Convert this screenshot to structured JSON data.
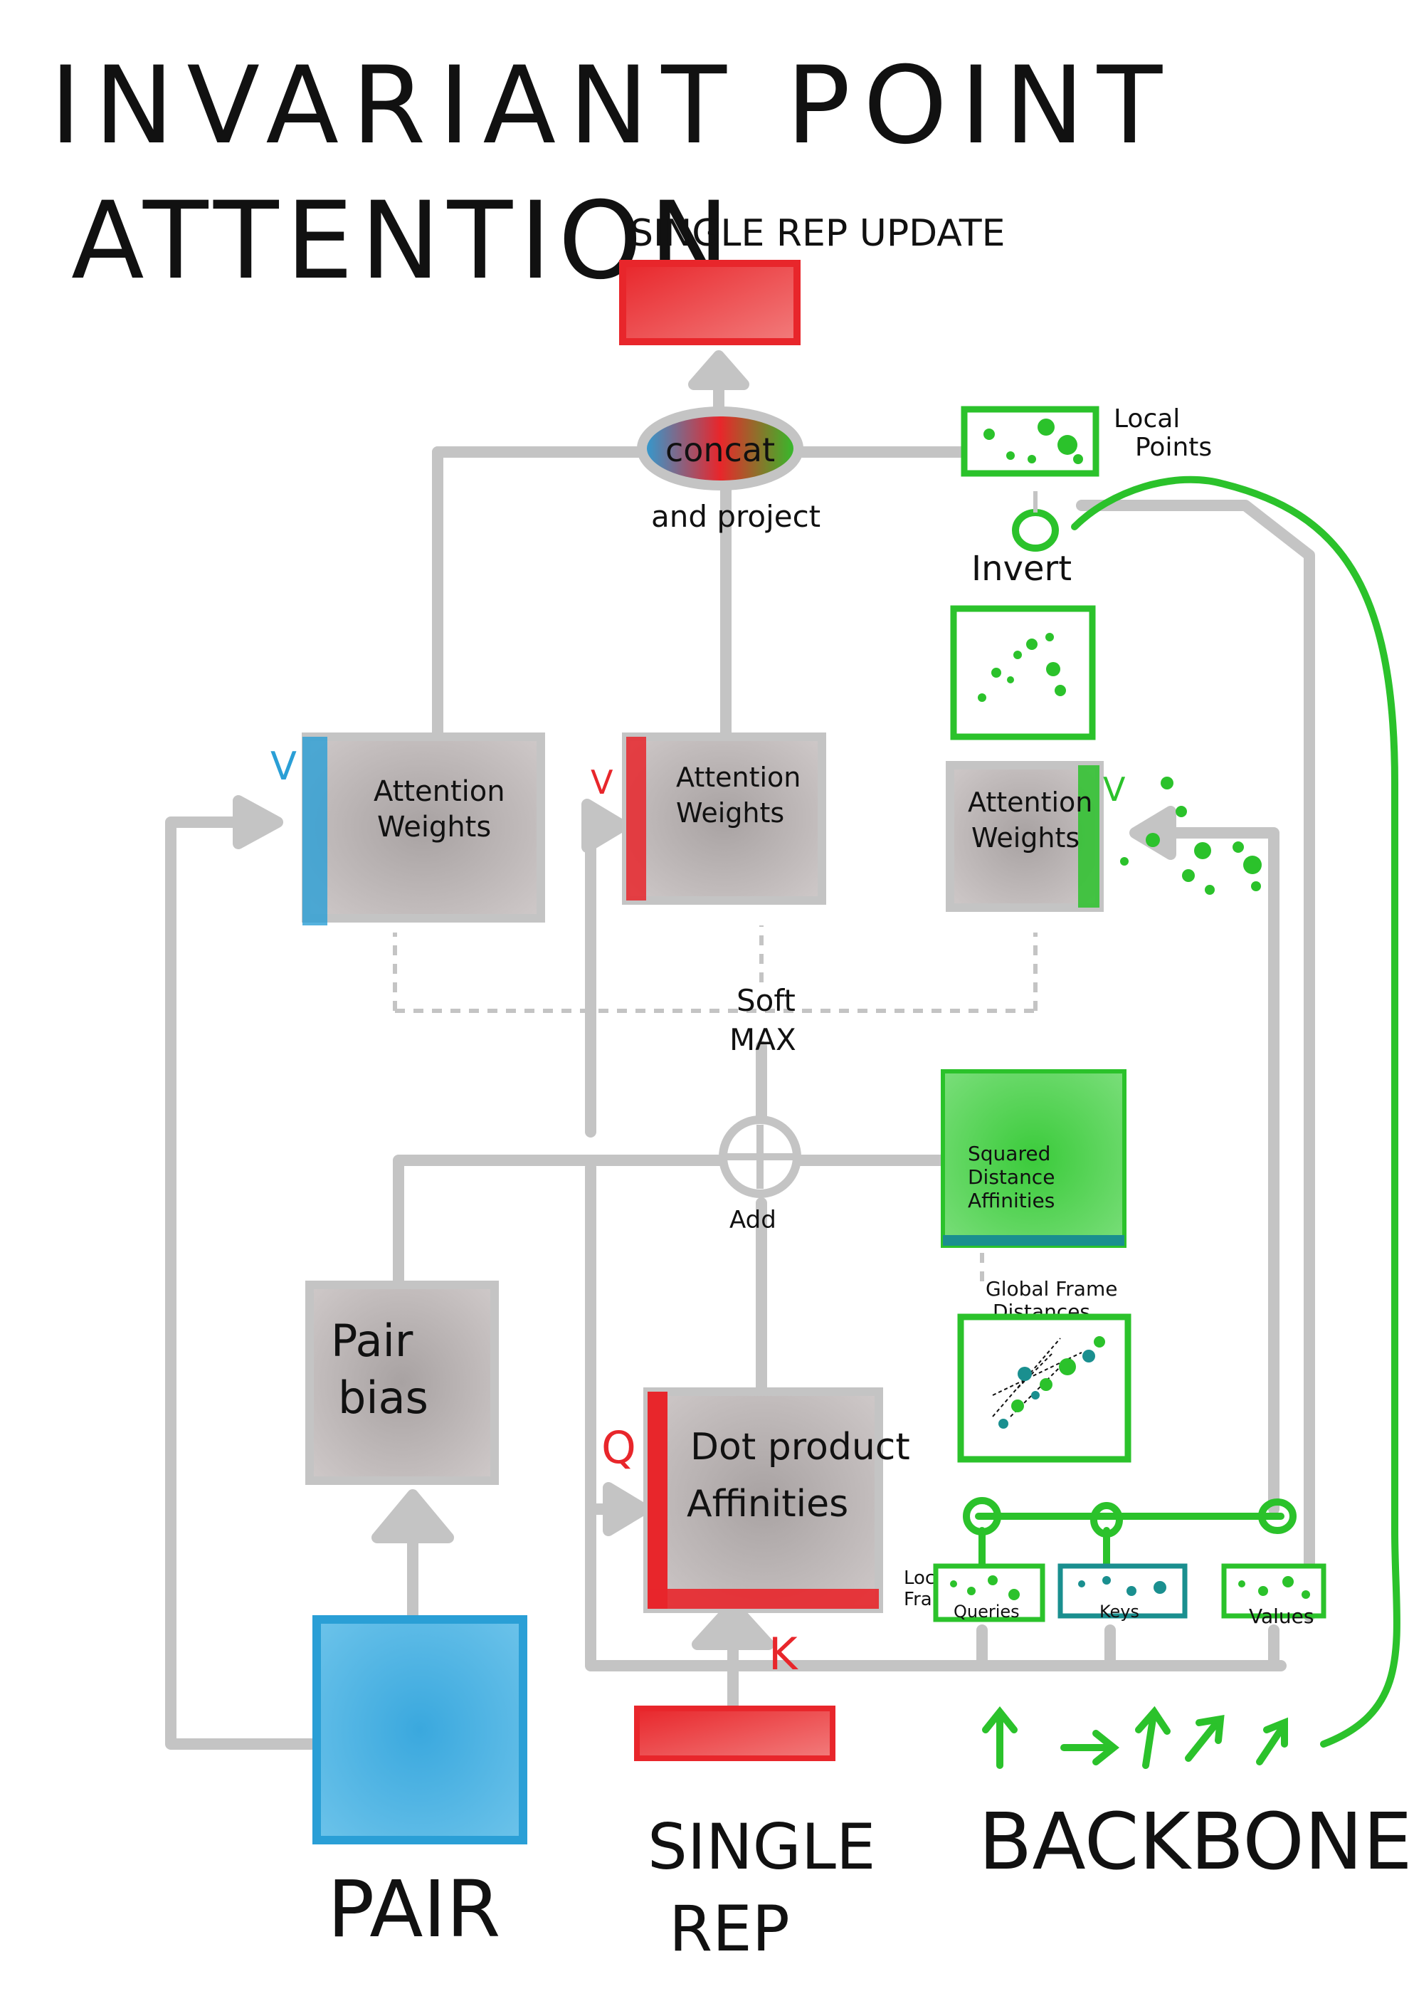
{
  "title": {
    "line1": "INVARIANT POINT",
    "line2": "ATTENTION"
  },
  "nodes": {
    "single_rep_update": "SINGLE REP UPDATE",
    "concat_line1": "concat",
    "concat_line2": "and project",
    "local_points_line1": "Local",
    "local_points_line2": "Points",
    "invert": "Invert",
    "attn_pair_line1": "Attention",
    "attn_pair_line2": "Weights",
    "attn_single_line1": "Attention",
    "attn_single_line2": "Weights",
    "attn_points_line1": "Attention",
    "attn_points_line2": "Weights",
    "v_blue": "V",
    "v_red": "V",
    "v_green": "V",
    "softmax_line1": "Soft",
    "softmax_line2": "MAX",
    "add": "Add",
    "sq_dist_line1": "Squared",
    "sq_dist_line2": "Distance",
    "sq_dist_line3": "Affinities",
    "global_frame_line1": "Global Frame",
    "global_frame_line2": "Distances",
    "pair_bias_line1": "Pair",
    "pair_bias_line2": "bias",
    "dot_product_line1": "Dot product",
    "dot_product_line2": "Affinities",
    "q_label": "Q",
    "k_label": "K",
    "local_frame_line1": "Local",
    "local_frame_line2": "Frame",
    "queries": "Queries",
    "keys": "Keys",
    "values": "Values",
    "pair": "PAIR",
    "single_rep_line1": "SINGLE",
    "single_rep_line2": "REP",
    "backbone": "BACKBONE"
  },
  "colors": {
    "gray": "#c4c4c4",
    "red": "#e8262b",
    "blue": "#2a9fd6",
    "green": "#2bc22b",
    "teal": "#1a8f8f",
    "box_fill": "#b9b4b4"
  }
}
